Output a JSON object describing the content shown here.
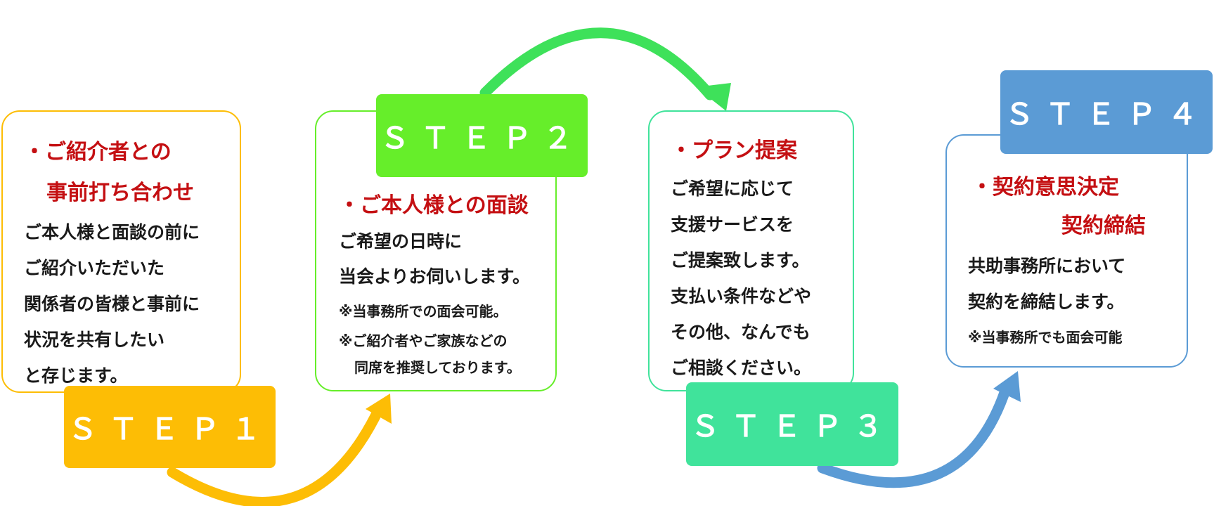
{
  "colors": {
    "step1": "#fdbd05",
    "step2": "#66ee2a",
    "step3": "#40e39b",
    "step4": "#5b9bd5",
    "heading_red": "#c40f12",
    "arrow_green": "#3ee15a"
  },
  "steps": [
    {
      "label": "ＳＴＥＰ１",
      "heading": [
        "・ご紹介者との",
        "事前打ち合わせ"
      ],
      "body": [
        "ご本人様と面談の前に",
        "ご紹介いただいた",
        "関係者の皆様と事前に",
        "状況を共有したい",
        "と存じます。"
      ]
    },
    {
      "label": "ＳＴＥＰ２",
      "heading": [
        "・ご本人様との面談"
      ],
      "body": [
        "ご希望の日時に",
        "当会よりお伺いします。"
      ],
      "notes": [
        "※当事務所での面会可能。",
        "※ご紹介者やご家族などの",
        "同席を推奨しております。"
      ]
    },
    {
      "label": "ＳＴＥＰ３",
      "heading": [
        "・プラン提案"
      ],
      "body": [
        "ご希望に応じて",
        "支援サービスを",
        "ご提案致します。",
        "支払い条件などや",
        "その他、なんでも",
        "ご相談ください。"
      ]
    },
    {
      "label": "ＳＴＥＰ４",
      "heading": [
        "・契約意思決定",
        "契約締結"
      ],
      "body": [
        "共助事務所において",
        "契約を締結します。"
      ],
      "notes": [
        "※当事務所でも面会可能"
      ]
    }
  ]
}
